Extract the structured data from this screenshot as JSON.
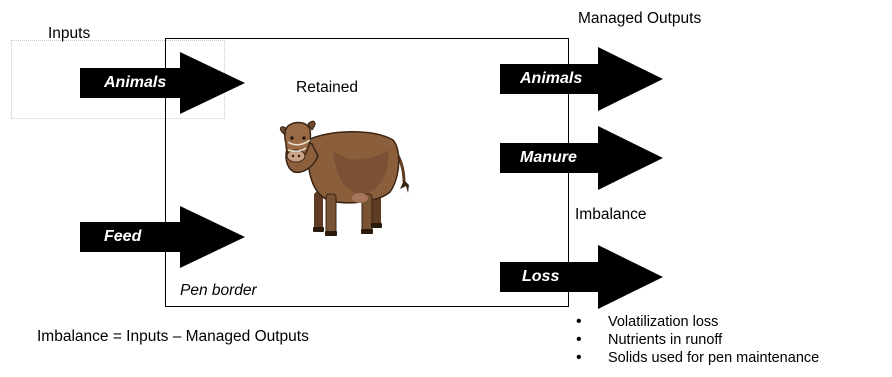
{
  "labels": {
    "inputs": "Inputs",
    "managed_outputs": "Managed Outputs",
    "retained": "Retained",
    "imbalance": "Imbalance",
    "pen_border": "Pen border",
    "equation": "Imbalance = Inputs  – Managed Outputs"
  },
  "input_arrows": [
    {
      "label": "Animals"
    },
    {
      "label": "Feed"
    }
  ],
  "output_arrows": [
    {
      "label": "Animals"
    },
    {
      "label": "Manure"
    },
    {
      "label": "Loss"
    }
  ],
  "loss_items": [
    "Volatilization loss",
    "Nutrients in runoff",
    "Solids used for pen maintenance"
  ],
  "colors": {
    "arrow": "#000000",
    "arrow_text": "#ffffff",
    "cow_body": "#8b5e3c",
    "cow_shadow": "#5e3b22"
  }
}
